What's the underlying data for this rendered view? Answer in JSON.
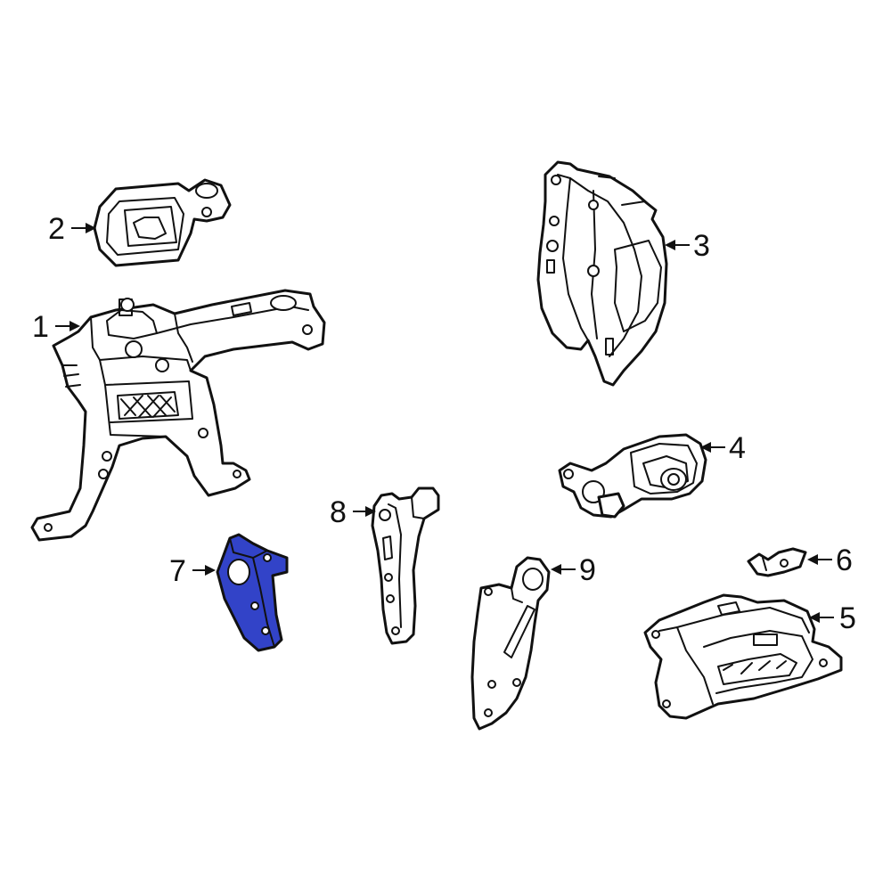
{
  "colors": {
    "background": "#ffffff",
    "line": "#111111",
    "highlighted_part": "#3243c8"
  },
  "highlighted_callout": "7",
  "callouts": [
    {
      "id": "1",
      "label": "1"
    },
    {
      "id": "2",
      "label": "2"
    },
    {
      "id": "3",
      "label": "3"
    },
    {
      "id": "4",
      "label": "4"
    },
    {
      "id": "5",
      "label": "5"
    },
    {
      "id": "6",
      "label": "6"
    },
    {
      "id": "7",
      "label": "7"
    },
    {
      "id": "8",
      "label": "8"
    },
    {
      "id": "9",
      "label": "9"
    }
  ]
}
